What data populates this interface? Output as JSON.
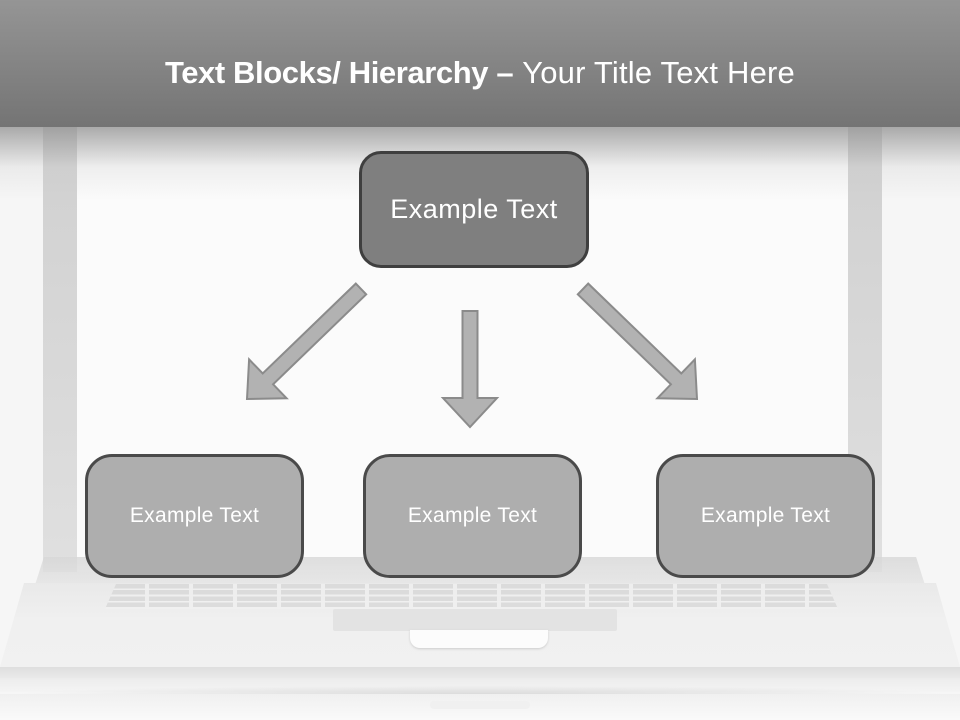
{
  "header": {
    "title_bold": "Text Blocks/ Hierarchy –",
    "title_regular": "Your Title Text Here"
  },
  "diagram": {
    "root": {
      "label": "Example Text"
    },
    "children": [
      {
        "label": "Example Text"
      },
      {
        "label": "Example Text"
      },
      {
        "label": "Example Text"
      }
    ],
    "arrows": [
      {
        "name": "arrow-down-left"
      },
      {
        "name": "arrow-down"
      },
      {
        "name": "arrow-down-right"
      }
    ]
  },
  "colors": {
    "header_top": "#959595",
    "header_bottom": "#747474",
    "root_box_fill": "#7f7f7f",
    "root_box_border": "#3f3f3f",
    "child_box_fill": "#aeaeae",
    "child_box_border": "#4a4a4a",
    "arrow_fill": "#b2b2b2",
    "arrow_stroke": "#8b8b8b",
    "text": "#ffffff",
    "background": "#f6f6f6"
  }
}
